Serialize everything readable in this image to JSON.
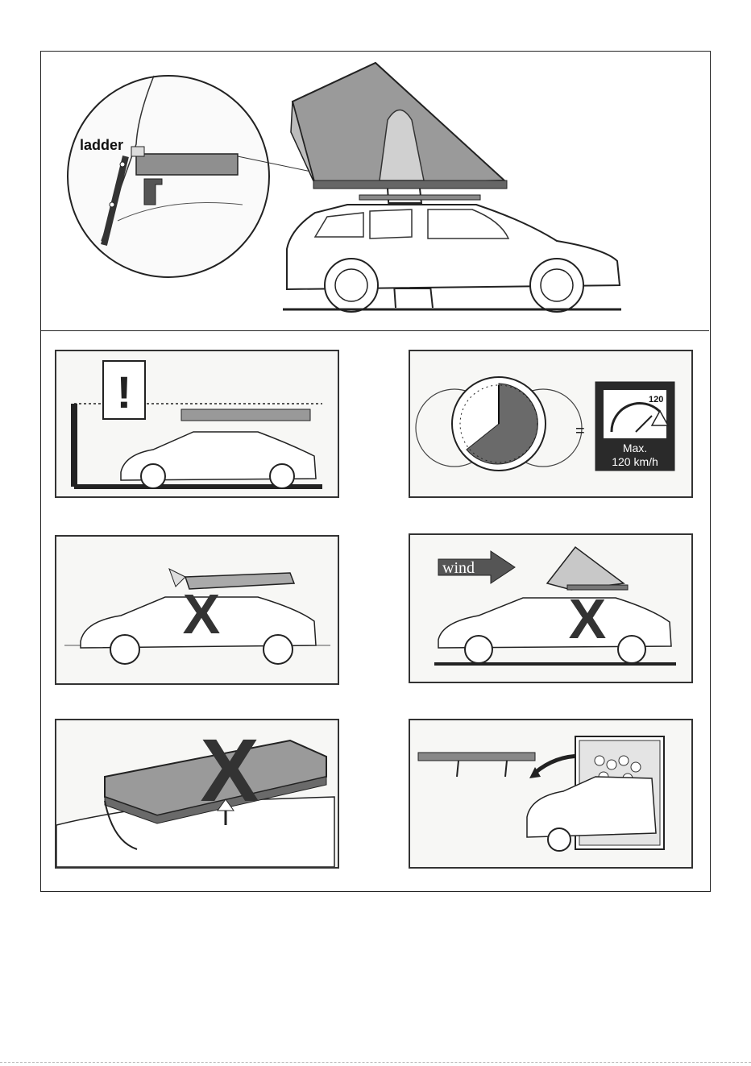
{
  "main_illustration": {
    "callout_label": "ladder"
  },
  "panels": {
    "height_warning": {
      "symbol": "!"
    },
    "speed_limit": {
      "gauge_max": "120",
      "label_line1": "Max.",
      "label_line2": "120 km/h"
    },
    "tent_open_angle": {
      "mark": "X"
    },
    "wind": {
      "label": "wind"
    },
    "overhang": {
      "mark": "X"
    },
    "car_wash": {}
  },
  "colors": {
    "line": "#222222",
    "fill_gray": "#8a8a8a",
    "dark_panel": "#2a2a2a"
  }
}
